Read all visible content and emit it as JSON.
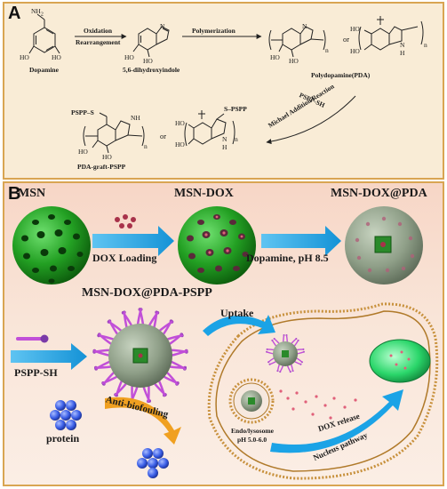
{
  "panel_a": {
    "letter": "A",
    "dopamine": "Dopamine",
    "nh2": "NH",
    "nh2_sub": "2",
    "ho": "HO",
    "step1_top": "Oxidation",
    "step1_bottom": "Rearrangement",
    "dhi": "5,6-dihydroxyindole",
    "step2": "Polymerization",
    "pda": "Polydopamine(PDA)",
    "or1": "or",
    "or2": "or",
    "n_sub": "n",
    "nh": "N",
    "h": "H",
    "step3_top": "PSPP-SH",
    "step3_bottom": "Michael Addition Reaction",
    "pspp_s_left": "PSPP–S",
    "s_pspp_right": "S–PSPP",
    "graft": "PDA-graft-PSPP"
  },
  "panel_b": {
    "letter": "B",
    "msn": "MSN",
    "msn_dox": "MSN-DOX",
    "msn_dox_pda": "MSN-DOX@PDA",
    "dox_loading": "DOX Loading",
    "dopamine_ph": "Dopamine, pH 8.5",
    "msn_dox_pda_pspp": "MSN-DOX@PDA-PSPP",
    "pspp_sh": "PSPP-SH",
    "uptake": "Uptake",
    "anti_biofouling": "Anti-biofouling",
    "protein": "protein",
    "dox_release": "DOX release",
    "nucleus_pathway": "Nucleus pathway",
    "endo_1": "Endo/lysosome",
    "endo_2": "pH 5.0-6.0"
  },
  "colors": {
    "panel_border": "#d9a552",
    "panel_a_bg": "#f9ecd6",
    "sphere_green": "#1f9e1f",
    "pda_grey": "#8f9f88",
    "arrow_blue": "#1ba3e6",
    "brush_purple": "#c14fd8",
    "protein_blue": "#3a5ee6",
    "membrane_brown": "#c8913d",
    "nucleus_green": "#2ad66a",
    "anti_arrow_orange": "#f0a020"
  }
}
